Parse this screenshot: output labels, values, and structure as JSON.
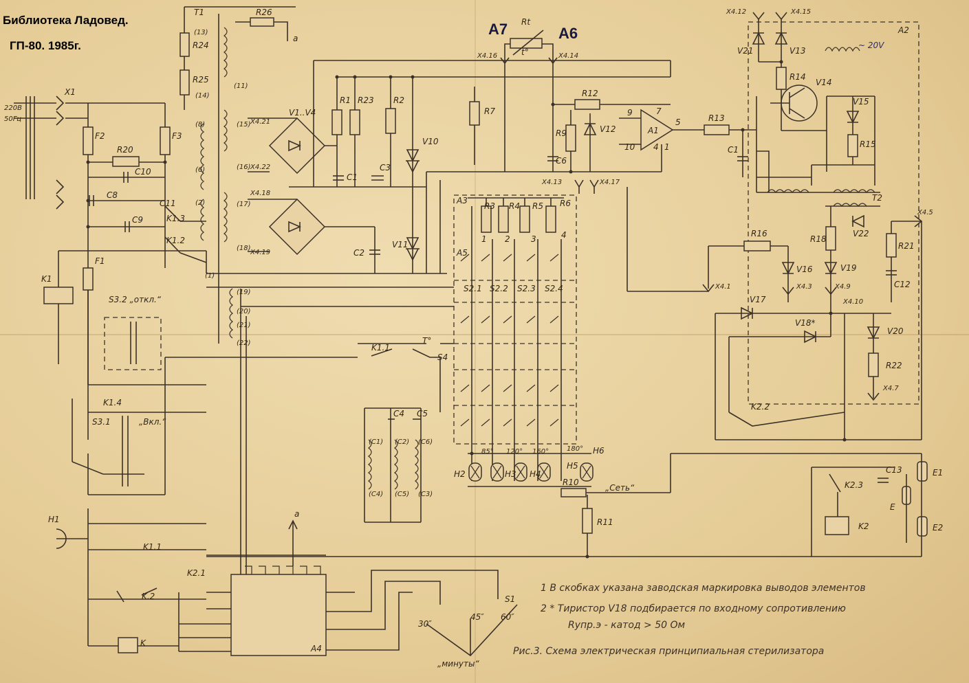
{
  "library_title": "Библиотека Ладовед.",
  "library_subtitle": "ГП-80. 1985г.",
  "marker_a7": "A7",
  "marker_a6": "A6",
  "labels": {
    "supply": "220В",
    "supply2": "50Гц",
    "x1": "X1",
    "f2": "F2",
    "f3": "F3",
    "f1": "F1",
    "r20": "R20",
    "c10": "C10",
    "c8": "C8",
    "c11": "C11",
    "c9": "C9",
    "k13": "K1.3",
    "k12": "K1.2",
    "k1": "K1",
    "s32": "S3.2 „откл.“",
    "k14": "K1.4",
    "s31": "S3.1",
    "vkl": "„Вкл.“",
    "h1": "H1",
    "k11b": "K1.1",
    "k21": "K2.1",
    "k2": "K.2",
    "k": "K",
    "t1": "T1",
    "r24": "R24",
    "r25": "R25",
    "r26": "R26",
    "a_out": "a",
    "w13": "(13)",
    "w14": "(14)",
    "w11": "(11)",
    "w8": "(8)",
    "w6": "(6)",
    "w2": "(2)",
    "w1": "(1)",
    "w15": "(15)",
    "w16": "(16)",
    "w17": "(17)",
    "w18": "(18)",
    "w19": "(19)",
    "w20": "(20)",
    "w21": "(21)",
    "w22": "(22)",
    "x421": "X4.21",
    "x422": "X4.22",
    "x418": "X4.18",
    "x419": "X4.19",
    "v1v4": "V1..V4",
    "r1": "R1",
    "r23": "R23",
    "r2": "R2",
    "c1a": "C1",
    "c3": "C3",
    "c2": "C2",
    "v10": "V10",
    "v11": "V11",
    "r7": "R7",
    "rt": "Rt",
    "tdeg": "t°",
    "x416": "X4.16",
    "x414": "X4.14",
    "r12": "R12",
    "r9": "R9",
    "v12": "V12",
    "c6": "C6",
    "a1": "A1",
    "p9": "9",
    "p7": "7",
    "p5": "5",
    "p10": "10",
    "p4": "4",
    "p1": "1",
    "x413": "X4.13",
    "x417": "X4.17",
    "r13": "R13",
    "c1b": "C1",
    "a3": "A3",
    "a5": "A5",
    "r3": "R3",
    "r4": "R4",
    "r5": "R5",
    "r6": "R6",
    "n1": "1",
    "n2": "2",
    "n3": "3",
    "n4": "4",
    "s21": "S2.1",
    "s22": "S2.2",
    "s23": "S2.3",
    "s24": "S2.4",
    "k11": "K1.1",
    "tsw": "T°",
    "s4": "S4",
    "c4": "C4",
    "c5": "C5",
    "cc1": "(C1)",
    "cc2": "(C2)",
    "cc6": "(C6)",
    "cc4": "(C4)",
    "cc5": "(C5)",
    "cc3": "(C3)",
    "t85": "85°",
    "t120": "120°",
    "t160": "160°",
    "t180": "180°",
    "h2": "H2",
    "h3": "H3",
    "h4": "H4",
    "h5": "H5",
    "h6": "H6",
    "r10": "R10",
    "r11": "R11",
    "seti": "„Сеть“",
    "a4": "A4",
    "s1": "S1",
    "m30": "30″",
    "m45": "45″",
    "m60": "60″",
    "minuty": "„минуты“",
    "x412": "X4.12",
    "x415": "X4.15",
    "v21": "V21",
    "v13": "V13",
    "v20ann": "~ 20V",
    "a2": "A2",
    "r14": "R14",
    "v14": "V14",
    "v15": "V15",
    "r15": "R15",
    "t2": "T2",
    "v22": "V22",
    "r18": "R18",
    "r16": "R16",
    "r21": "R21",
    "c12": "C12",
    "x45": "X4.5",
    "v16": "V16",
    "v19": "V19",
    "x41": "X4.1",
    "x43": "X4.3",
    "x49": "X4.9",
    "x410": "X4.10",
    "v17": "V17",
    "v18": "V18*",
    "v20": "V20",
    "r22": "R22",
    "x47": "X4.7",
    "k22": "K2.2",
    "k23": "K2.3",
    "k2b": "K2",
    "c13": "C13",
    "e1": "E1",
    "e2": "E2",
    "e": "E"
  },
  "notes": {
    "n1": "1  В скобках указана заводская маркировка выводов элементов",
    "n2": "2  * Тиристор V18 подбирается по входному сопротивлению",
    "n2b": "Rупр.э - катод > 50 Ом",
    "caption": "Рис.3. Схема электрическая принципиальная стерилизатора"
  }
}
